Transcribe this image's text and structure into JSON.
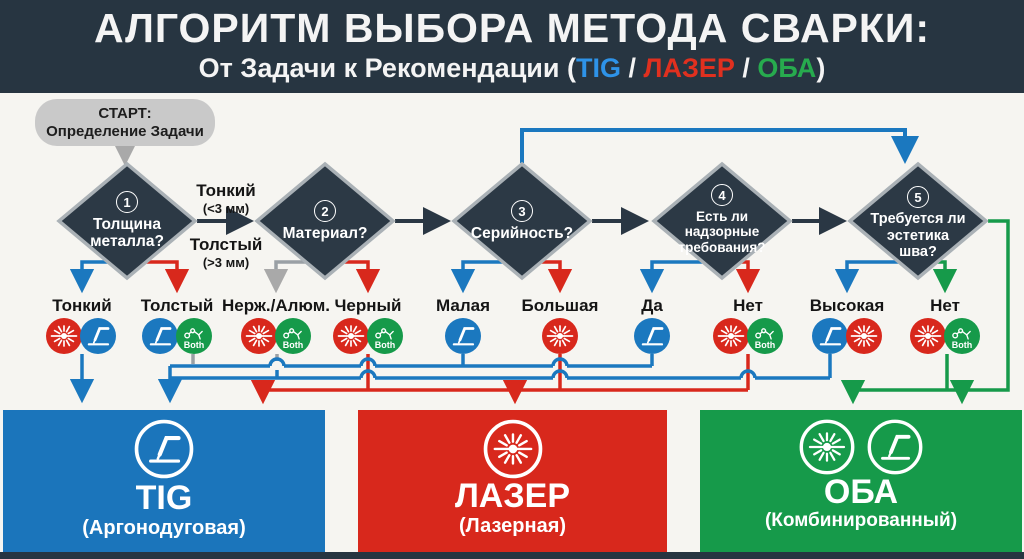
{
  "header": {
    "title": "АЛГОРИТМ ВЫБОРА МЕТОДА СВАРКИ:",
    "subtitle_prefix": "От Задачи к Рекомендации (",
    "methods": [
      {
        "label": "TIG",
        "color": "#2e93e8"
      },
      {
        "label": "ЛАЗЕР",
        "color": "#e0301f"
      },
      {
        "label": "ОБА",
        "color": "#27ab4e"
      }
    ],
    "sep": " / ",
    "subtitle_suffix": ")"
  },
  "start": {
    "line1": "СТАРТ:",
    "line2": "Определение Задачи"
  },
  "diamonds": [
    {
      "number": "1",
      "label": "Толщина\nметалла?"
    },
    {
      "number": "2",
      "label": "Материал?"
    },
    {
      "number": "3",
      "label": "Серийность?"
    },
    {
      "number": "4",
      "label": "Есть ли\nнадзорные\nтребования?"
    },
    {
      "number": "5",
      "label": "Требуется ли\nэстетика\nшва?"
    }
  ],
  "edge_labels": {
    "thin": "Тонкий",
    "thin_sub": "(<3 мм)",
    "thick": "Толстый",
    "thick_sub": "(>3 мм)"
  },
  "branches": [
    {
      "label": "Тонкий",
      "icons": [
        "laser",
        "tig"
      ]
    },
    {
      "label": "Толстый",
      "icons": [
        "tig",
        "both"
      ]
    },
    {
      "label": "Нерж./Алюм.",
      "icons": [
        "laser",
        "both"
      ]
    },
    {
      "label": "Черный",
      "icons": [
        "laser",
        "both"
      ]
    },
    {
      "label": "Малая",
      "icons": [
        "tig"
      ]
    },
    {
      "label": "Большая",
      "icons": [
        "laser"
      ]
    },
    {
      "label": "Да",
      "icons": [
        "tig"
      ]
    },
    {
      "label": "Нет",
      "icons": [
        "laser",
        "both"
      ]
    },
    {
      "label": "Высокая",
      "icons": [
        "tig",
        "laser"
      ]
    },
    {
      "label": "Нет",
      "icons": [
        "laser",
        "both"
      ]
    }
  ],
  "icon_labels": {
    "both": "Both"
  },
  "results": [
    {
      "title": "TIG",
      "subtitle": "(Аргонодуговая)",
      "icons": [
        "tig"
      ],
      "color": "#1b75bb"
    },
    {
      "title": "ЛАЗЕР",
      "subtitle": "(Лазерная)",
      "icons": [
        "laser"
      ],
      "color": "#d8281c"
    },
    {
      "title": "ОБА",
      "subtitle": "(Комбинированный)",
      "icons": [
        "laser",
        "tig"
      ],
      "color": "#169a4a"
    }
  ],
  "colors": {
    "navy": "#273541",
    "blue": "#1b78bf",
    "red": "#d8281c",
    "green": "#169a4a",
    "gray": "#9aa0a5",
    "background": "#f6f5f1"
  }
}
